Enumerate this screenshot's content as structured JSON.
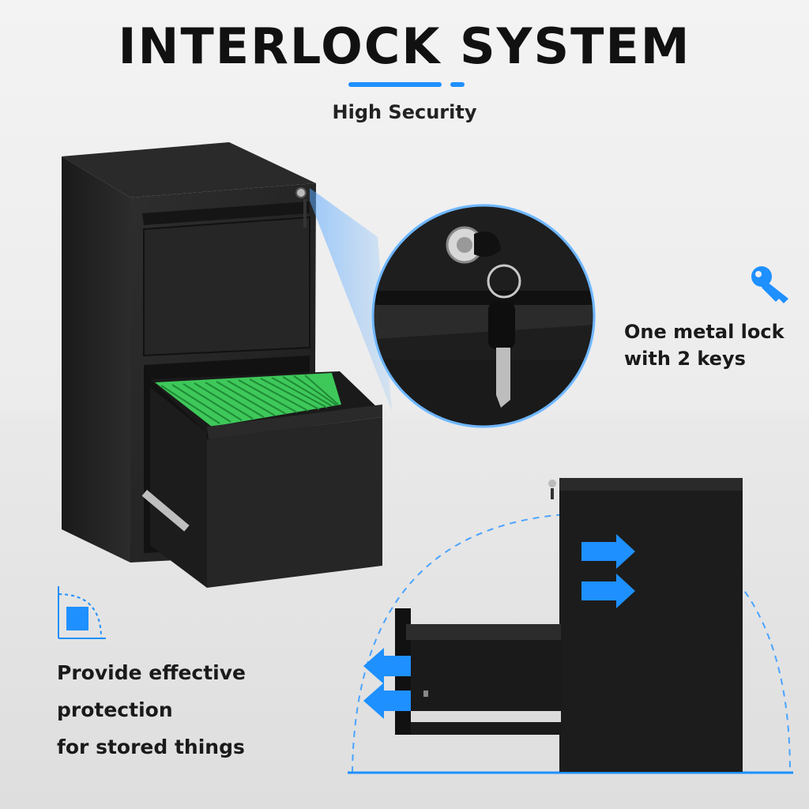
{
  "header": {
    "title": "INTERLOCK SYSTEM",
    "subtitle": "High Security"
  },
  "features": [
    {
      "icon": "key-icon",
      "lines": [
        "One metal lock",
        "with 2 keys"
      ]
    },
    {
      "icon": "protection-icon",
      "lines": [
        "Provide effective",
        "protection",
        "for stored things"
      ]
    }
  ],
  "colors": {
    "accent": "#1e90ff",
    "cabinet": "#222222",
    "folders": "#3ec85a"
  }
}
